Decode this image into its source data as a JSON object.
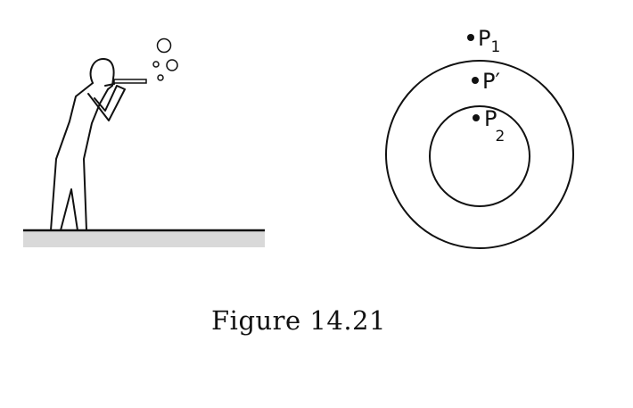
{
  "points": {
    "p1": {
      "letter": "P",
      "subscript": "1"
    },
    "p_prime": {
      "letter": "P",
      "prime": "′"
    },
    "p2": {
      "letter": "P",
      "subscript": "2"
    }
  },
  "caption": "Figure 14.21",
  "colors": {
    "ink": "#111111",
    "ground": "#d9d9d9",
    "background": "#ffffff"
  }
}
